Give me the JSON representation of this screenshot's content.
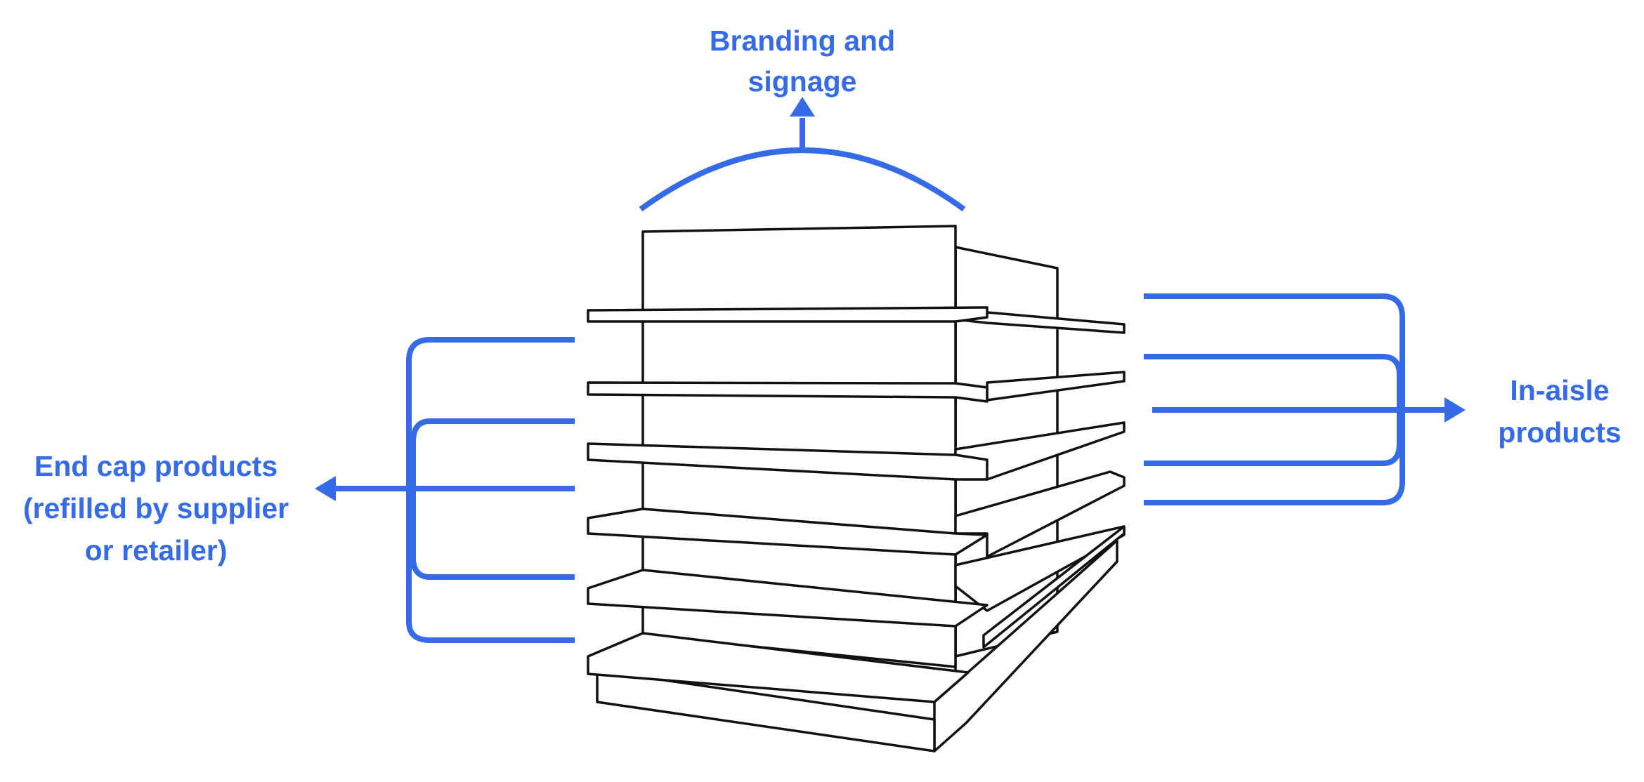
{
  "labels": {
    "branding_line1": "Branding and",
    "branding_line2": "signage",
    "endcap_line1": "End cap products",
    "endcap_line2": "(refilled by supplier",
    "endcap_line3": "or retailer)",
    "inaisle_line1": "In-aisle",
    "inaisle_line2": "products"
  },
  "colors": {
    "accent": "#356BE6",
    "ink": "#111111",
    "background": "#FFFFFF"
  }
}
